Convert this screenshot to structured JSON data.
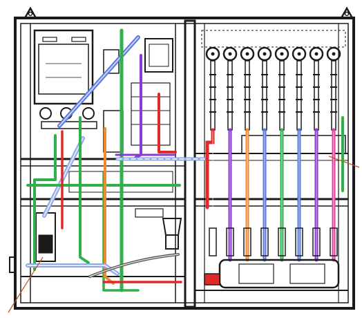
{
  "diagram": {
    "subject": "piping-cabinet-drawing",
    "colors": {
      "frame": "#1a1a1a",
      "blue": "#5a78e0",
      "light_blue": "#8fa8e8",
      "green": "#2fb04a",
      "red": "#e02a2a",
      "orange": "#f08a30",
      "purple": "#8a3ad0",
      "pink": "#e040a0",
      "gray": "#555555"
    },
    "right_bay_pipe_colors": [
      "red",
      "purple",
      "orange",
      "blue",
      "green",
      "blue",
      "purple",
      "pink"
    ],
    "left_bay_pipe_colors": [
      "blue",
      "green",
      "orange",
      "green",
      "purple",
      "red"
    ]
  }
}
